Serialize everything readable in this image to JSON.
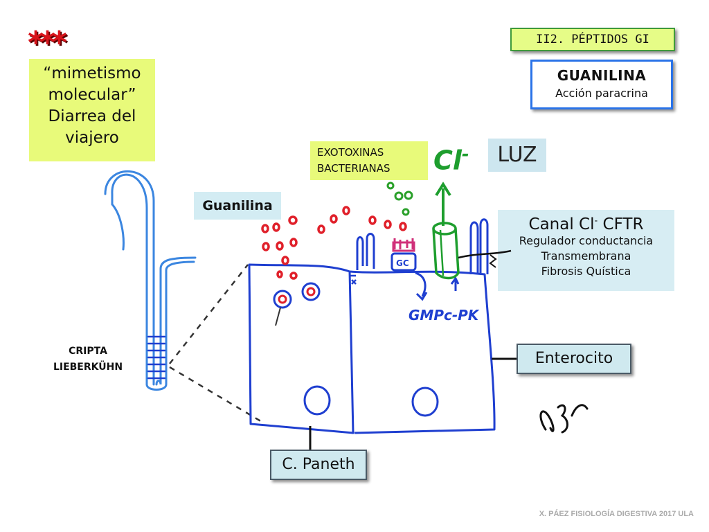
{
  "decoration": {
    "stars": "***"
  },
  "section_tag": "II2. PÉPTIDOS GI",
  "mimetismo": {
    "line1": "“mimetismo",
    "line2": "molecular”",
    "line3": "Diarrea del",
    "line4": "viajero"
  },
  "guanilina_box": {
    "title": "GUANILINA",
    "subtitle": "Acción paracrina"
  },
  "exotoxinas": {
    "line1": "EXOTOXINAS",
    "line2": "BACTERIANAS"
  },
  "chloride": {
    "label": "Cl",
    "superscript": "-"
  },
  "luz": "LUZ",
  "guanilina_tag": "Guanilina",
  "cftr": {
    "title": "Canal Cl",
    "title_sup": "-",
    "title_end": " CFTR",
    "lines": [
      "Regulador conductancia",
      "Transmembrana",
      "Fibrosis Quística"
    ]
  },
  "cripta": {
    "line1": "CRIPTA",
    "line2": "LIEBERKÜHN"
  },
  "enzyme": {
    "gc": "GC",
    "pathway": "GMPc-PK"
  },
  "enterocito": "Enterocito",
  "paneth": "C. Paneth",
  "footer": "X. PÁEZ   FISIOLOGÍA DIGESTIVA 2017 ULA",
  "colors": {
    "cell_outline": "#1f3fd0",
    "guanilina_granules": "#e0202a",
    "toxin_granules": "#2aa02a",
    "channel": "#1e9e2e",
    "receptor": "#d0307a",
    "label_yellow": "#e8fa7a",
    "label_blue": "#d3ecf3"
  }
}
